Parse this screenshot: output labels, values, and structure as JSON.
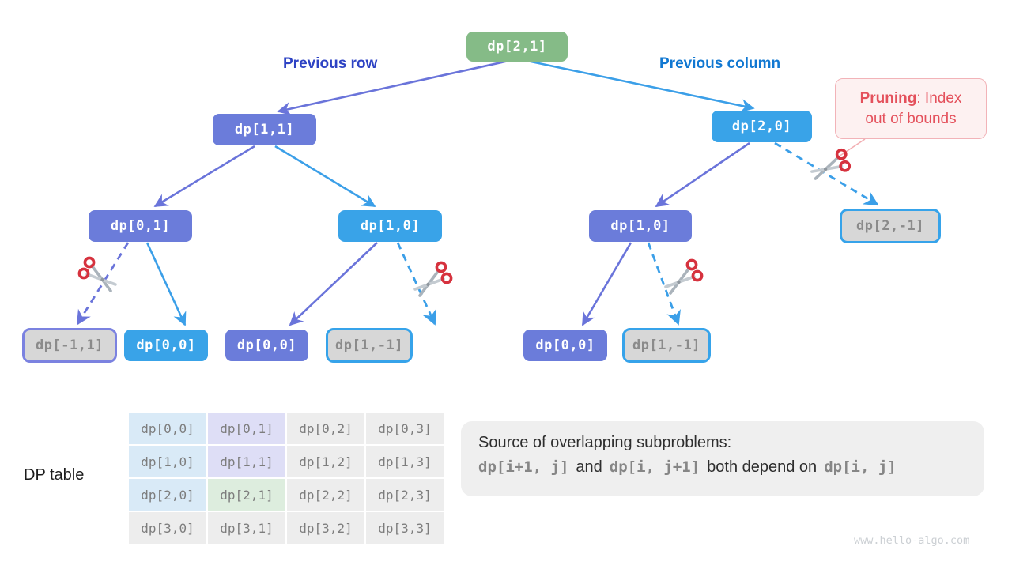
{
  "page": {
    "watermark": "www.hello-algo.com",
    "background": "#ffffff"
  },
  "labels": {
    "previous_row": "Previous row",
    "previous_column": "Previous column",
    "dp_table_caption": "DP table"
  },
  "callout": {
    "bold": "Pruning",
    "rest": ": Index out of bounds"
  },
  "colors": {
    "root_node": "#85bb87",
    "row_branch_node": "#6b7cda",
    "column_branch_node": "#39a3e8",
    "pruned_node_bg": "#d7d7d7",
    "pruned_node_text": "#8b8b8b",
    "edge_purple": "#6a74da",
    "edge_blue": "#3b9fe8",
    "previous_row_label": "#2e43c4",
    "previous_column_label": "#1178d2",
    "callout_text": "#e4515c",
    "callout_bg": "#fdf1f1",
    "table_blue": "#d9eaf7",
    "table_lavender": "#dedef6",
    "table_green": "#ddedde",
    "table_gray": "#ededed",
    "scissors_red": "#d6323e"
  },
  "tree": {
    "nodes": [
      {
        "label": "dp[2,1]",
        "type": "root"
      },
      {
        "label": "dp[1,1]",
        "type": "row"
      },
      {
        "label": "dp[2,0]",
        "type": "column"
      },
      {
        "label": "dp[0,1]",
        "type": "row"
      },
      {
        "label": "dp[1,0]",
        "type": "column"
      },
      {
        "label": "dp[1,0]",
        "type": "row"
      },
      {
        "label": "dp[2,-1]",
        "type": "pruned"
      },
      {
        "label": "dp[-1,1]",
        "type": "pruned"
      },
      {
        "label": "dp[0,0]",
        "type": "column"
      },
      {
        "label": "dp[0,0]",
        "type": "row"
      },
      {
        "label": "dp[1,-1]",
        "type": "pruned"
      },
      {
        "label": "dp[0,0]",
        "type": "row"
      },
      {
        "label": "dp[1,-1]",
        "type": "pruned"
      }
    ],
    "edges": [
      {
        "from": "dp[2,1]",
        "to": "dp[1,1]",
        "style": "solid",
        "color": "purple"
      },
      {
        "from": "dp[2,1]",
        "to": "dp[2,0]",
        "style": "solid",
        "color": "blue"
      },
      {
        "from": "dp[1,1]",
        "to": "dp[0,1]",
        "style": "solid",
        "color": "purple"
      },
      {
        "from": "dp[1,1]",
        "to": "dp[1,0]",
        "style": "solid",
        "color": "blue"
      },
      {
        "from": "dp[2,0]",
        "to": "dp[1,0]",
        "style": "solid",
        "color": "purple"
      },
      {
        "from": "dp[2,0]",
        "to": "dp[2,-1]",
        "style": "dashed-pruned",
        "color": "blue"
      },
      {
        "from": "dp[0,1]",
        "to": "dp[-1,1]",
        "style": "dashed-pruned",
        "color": "purple"
      },
      {
        "from": "dp[0,1]",
        "to": "dp[0,0]",
        "style": "solid",
        "color": "blue"
      },
      {
        "from": "dp[1,0]",
        "to": "dp[0,0]",
        "style": "solid",
        "color": "purple"
      },
      {
        "from": "dp[1,0]",
        "to": "dp[1,-1]",
        "style": "dashed-pruned",
        "color": "blue"
      },
      {
        "from": "dp[1,0]",
        "to": "dp[0,0]",
        "style": "solid",
        "color": "purple"
      },
      {
        "from": "dp[1,0]",
        "to": "dp[1,-1]",
        "style": "dashed-pruned",
        "color": "blue"
      }
    ]
  },
  "dp_table": {
    "rows": [
      [
        "dp[0,0]",
        "dp[0,1]",
        "dp[0,2]",
        "dp[0,3]"
      ],
      [
        "dp[1,0]",
        "dp[1,1]",
        "dp[1,2]",
        "dp[1,3]"
      ],
      [
        "dp[2,0]",
        "dp[2,1]",
        "dp[2,2]",
        "dp[2,3]"
      ],
      [
        "dp[3,0]",
        "dp[3,1]",
        "dp[3,2]",
        "dp[3,3]"
      ]
    ]
  },
  "info_box": {
    "title": "Source of overlapping subproblems:",
    "code1": "dp[i+1, j]",
    "text1": "and",
    "code2": "dp[i, j+1]",
    "text2": "both depend on",
    "code3": "dp[i, j]"
  }
}
